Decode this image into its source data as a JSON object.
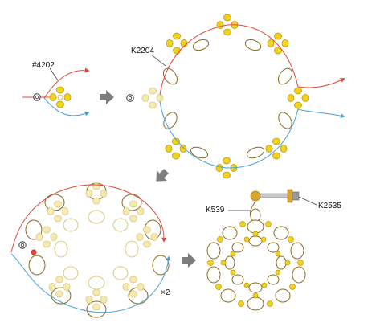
{
  "labels": {
    "bead_4202": "#4202",
    "bead_k2204": "K2204",
    "bead_k539": "K539",
    "bead_k2535": "K2535",
    "repeat": "×2"
  },
  "colors": {
    "outline_bead": "#8a6a1e",
    "gold_bead_fill": "#f2d21c",
    "gold_bead_stroke": "#b89a10",
    "pale_bead_fill": "#f6eab0",
    "pale_bead_stroke": "#d8c882",
    "thread_red": "#e04a3a",
    "thread_blue": "#4aa0d8",
    "arrow_gray": "#7d7d7d",
    "ear_post_gold": "#d9a62e",
    "ear_post_gray": "#9a9a9a"
  },
  "icons": [
    "stop-bead-icon",
    "step-arrow-icon",
    "ear-post-icon"
  ]
}
